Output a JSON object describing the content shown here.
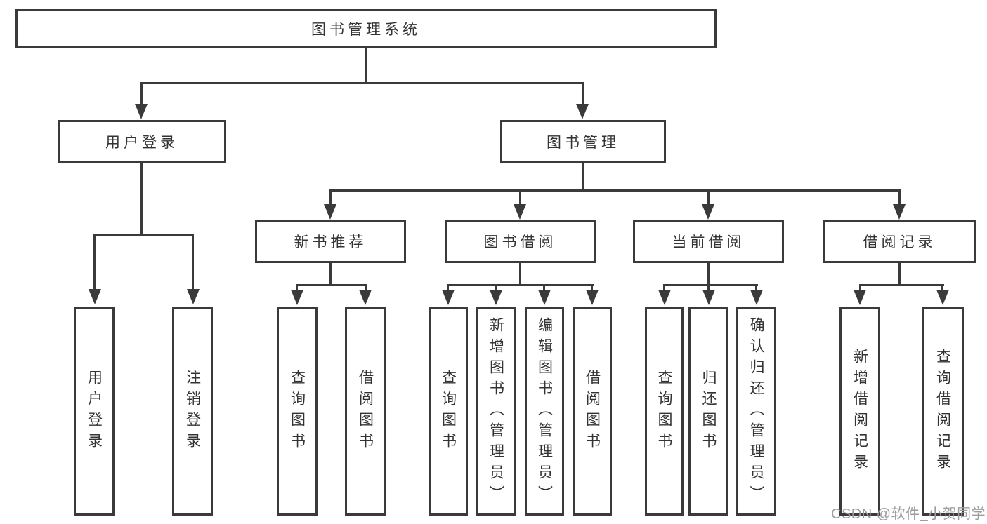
{
  "diagram": {
    "root": {
      "label": "图书管理系统"
    },
    "level2": [
      {
        "label": "用户登录"
      },
      {
        "label": "图书管理"
      }
    ],
    "level3": [
      {
        "label": "新书推荐",
        "parent": "图书管理"
      },
      {
        "label": "图书借阅",
        "parent": "图书管理"
      },
      {
        "label": "当前借阅",
        "parent": "图书管理"
      },
      {
        "label": "借阅记录",
        "parent": "图书管理"
      }
    ],
    "leaves": [
      {
        "label": "用户登录",
        "parent": "用户登录"
      },
      {
        "label": "注销登录",
        "parent": "用户登录"
      },
      {
        "label": "查询图书",
        "parent": "新书推荐"
      },
      {
        "label": "借阅图书",
        "parent": "新书推荐"
      },
      {
        "label": "查询图书",
        "parent": "图书借阅"
      },
      {
        "label": "新增图书（管理员）",
        "parent": "图书借阅"
      },
      {
        "label": "编辑图书（管理员）",
        "parent": "图书借阅"
      },
      {
        "label": "借阅图书",
        "parent": "图书借阅"
      },
      {
        "label": "查询图书",
        "parent": "当前借阅"
      },
      {
        "label": "归还图书",
        "parent": "当前借阅"
      },
      {
        "label": "确认归还（管理员）",
        "parent": "当前借阅"
      },
      {
        "label": "新增借阅记录",
        "parent": "借阅记录"
      },
      {
        "label": "查询借阅记录",
        "parent": "借阅记录"
      }
    ]
  },
  "watermark": {
    "text": "CSDN @软件_小贺同学"
  },
  "colors": {
    "line": "#3a3a3a",
    "text": "#333333",
    "watermark": "#9c9c9c",
    "background": "#ffffff"
  }
}
